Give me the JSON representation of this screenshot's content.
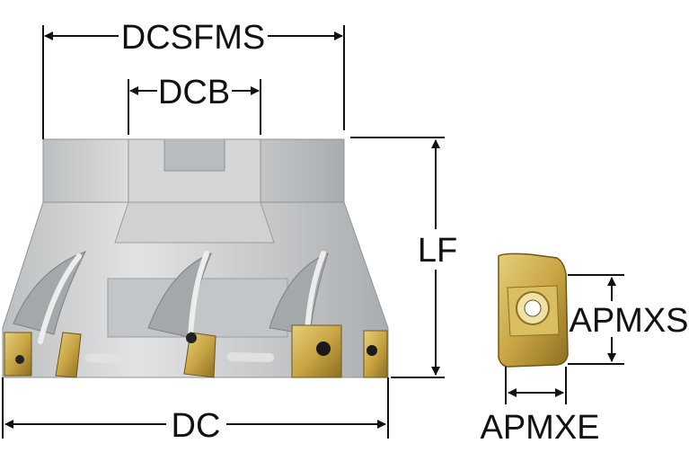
{
  "labels": {
    "dcsfms": "DCSFMS",
    "dcb": "DCB",
    "lf": "LF",
    "dc": "DC",
    "apmxs": "APMXS",
    "apmxe": "APMXE"
  },
  "colors": {
    "cutter_body": "#c9cbcc",
    "cutter_shadow": "#9ea2a5",
    "insert_gold": "#c8a74a",
    "dimension_line": "#111111"
  },
  "icons": [
    "face-mill-cutter",
    "indexable-insert"
  ]
}
